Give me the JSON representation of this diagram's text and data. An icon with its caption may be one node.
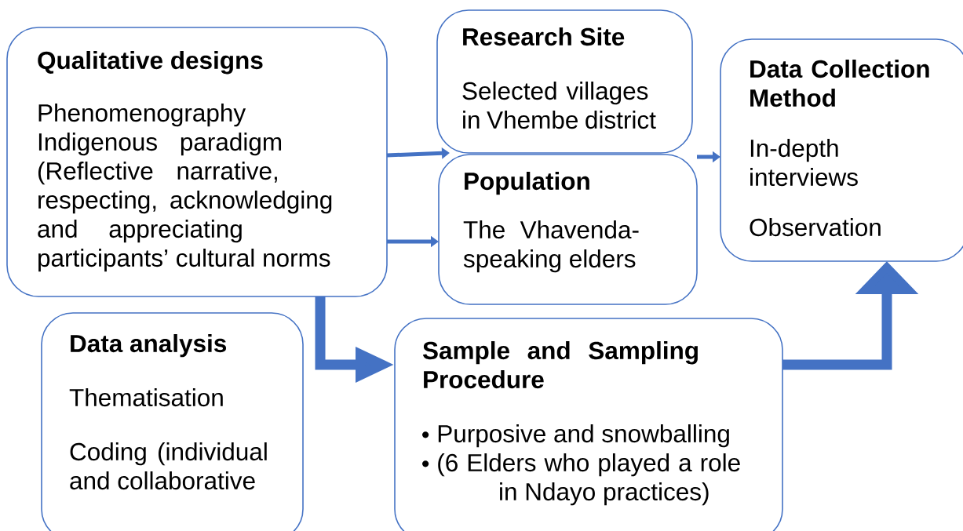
{
  "diagram": {
    "nodes": [
      {
        "text": [
          "Qualitative designs",
          "Phenomenography",
          "Indigenous paradigm (Reflective narrative, respecting, acknowledging and appreciating participants’ cultural norms"
        ]
      },
      {
        "text": [
          "Research Site",
          "Selected villages in Vhembe district"
        ]
      },
      {
        "text": [
          "Population",
          "The Vhavenda-speaking elders"
        ]
      },
      {
        "text": [
          "Data Collection Method",
          "In-depth interviews",
          "Observation"
        ]
      },
      {
        "text": [
          "Data analysis",
          "Thematisation",
          "Coding (individual and collaborative"
        ]
      },
      {
        "text": [
          "Sample and Sampling Procedure",
          "Purposive and snowballing",
          "(6 Elders who played a role in Ndayo practices)"
        ]
      }
    ],
    "edges": [
      {
        "from": 0,
        "to": 1,
        "arrow": "to"
      },
      {
        "from": 0,
        "to": 2,
        "arrow": "to"
      },
      {
        "from": 2,
        "to": 3,
        "arrow": "to"
      },
      {
        "from": 0,
        "to": 5,
        "arrow": "to",
        "style": "thick"
      },
      {
        "from": 5,
        "to": 3,
        "arrow": "to",
        "style": "thick"
      }
    ]
  }
}
